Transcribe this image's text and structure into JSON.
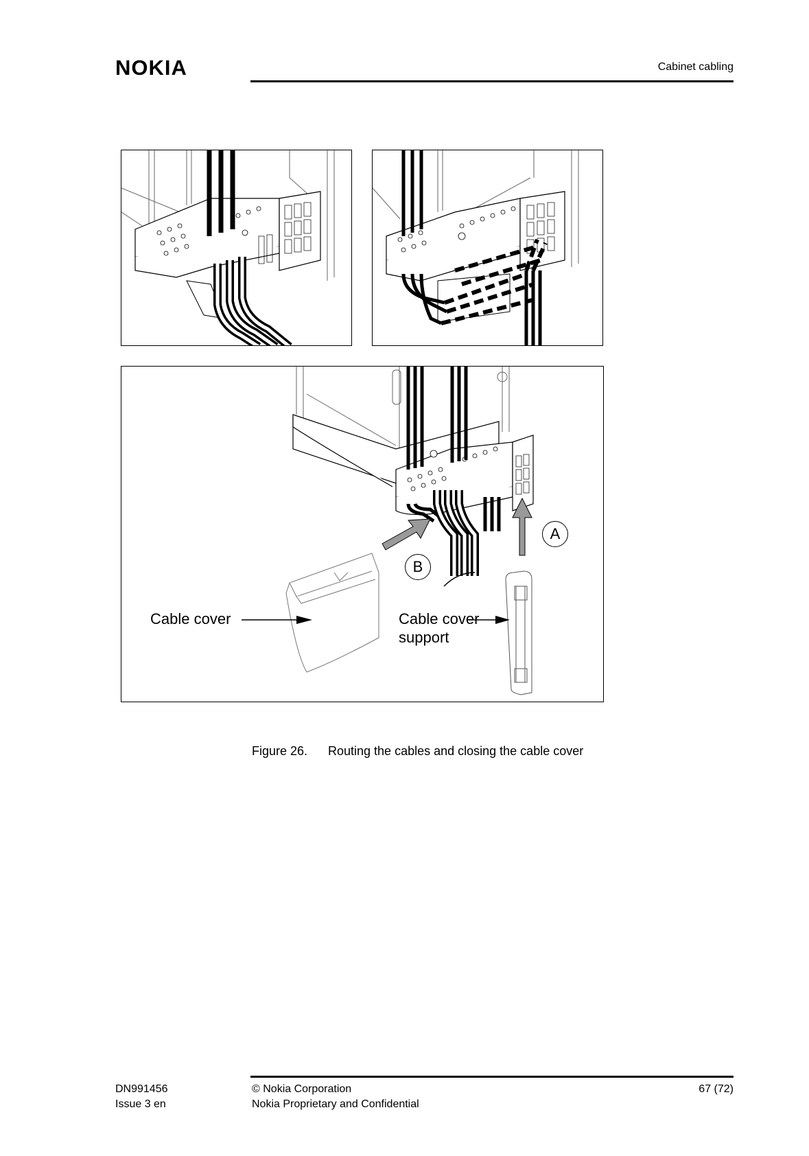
{
  "header": {
    "logo_text": "NOKIA",
    "section_title": "Cabinet cabling"
  },
  "figure": {
    "callouts": {
      "cable_cover": "Cable cover",
      "cable_cover_support": "Cable cover\nsupport",
      "label_a": "A",
      "label_b": "B"
    },
    "caption_number": "Figure 26.",
    "caption_text": "Routing the cables and closing the cable cover"
  },
  "footer": {
    "doc_number": "DN991456",
    "issue": "Issue 3 en",
    "copyright": "© Nokia Corporation",
    "confidentiality": "Nokia Proprietary and Confidential",
    "page": "67 (72)"
  }
}
